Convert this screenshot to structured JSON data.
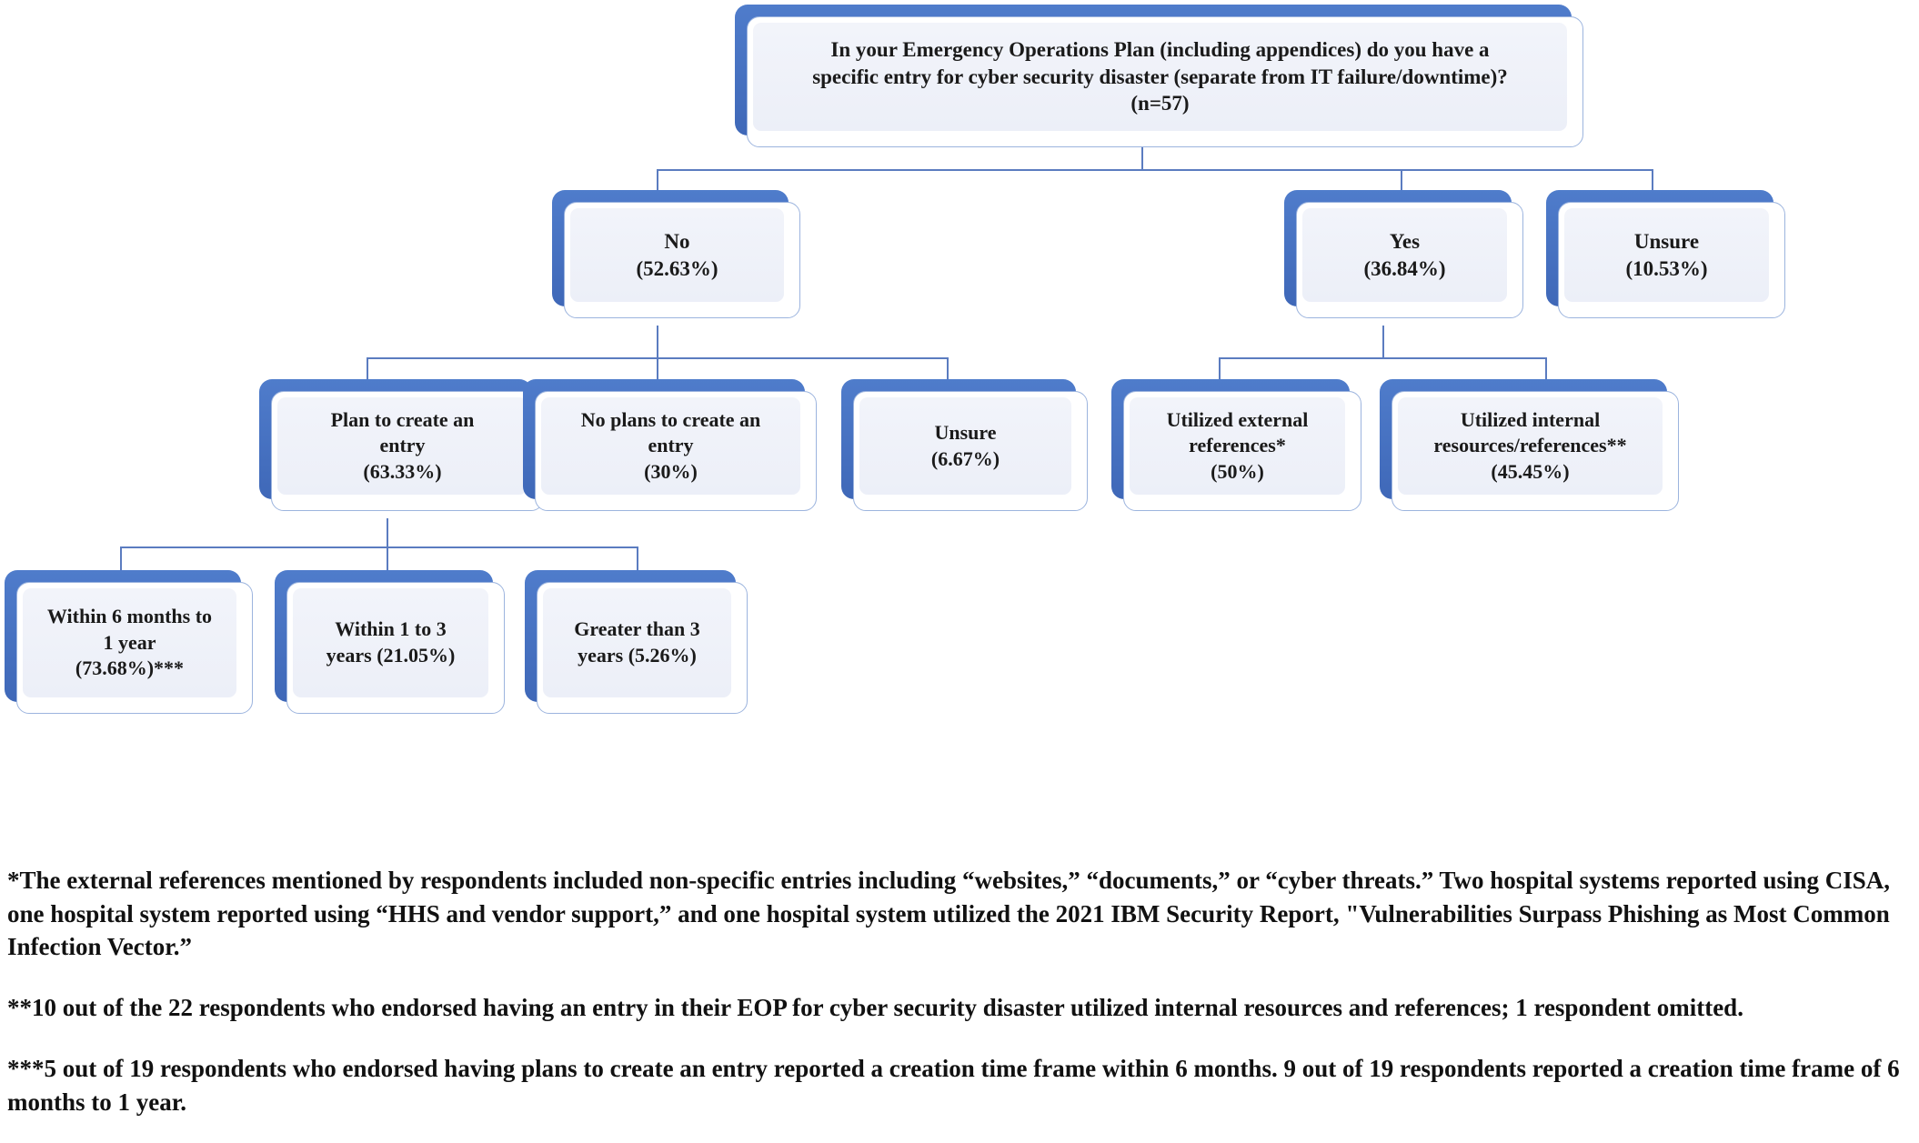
{
  "diagram": {
    "title": "Emergency Operations Plan cyber security entry flowchart",
    "root": {
      "text": "In your Emergency Operations Plan (including appendices) do you have a\nspecific entry for cyber security disaster (separate from IT failure/downtime)?\n(n=57)",
      "sample_size": "(n=57)"
    },
    "level2": [
      {
        "label": "No",
        "value": "(52.63%)",
        "text": "No\n(52.63%)"
      },
      {
        "label": "Yes",
        "value": "(36.84%)",
        "text": "Yes\n(36.84%)"
      },
      {
        "label": "Unsure",
        "value": "(10.53%)",
        "text": "Unsure\n(10.53%)"
      }
    ],
    "level3_no": [
      {
        "label": "Plan to create an entry",
        "value": "(63.33%)",
        "text": "Plan to create an\nentry\n(63.33%)"
      },
      {
        "label": "No plans to create an entry",
        "value": "(30%)",
        "text": "No plans to create an\nentry\n(30%)"
      },
      {
        "label": "Unsure",
        "value": "(6.67%)",
        "text": "Unsure\n(6.67%)"
      }
    ],
    "level3_yes": [
      {
        "label": "Utilized external references*",
        "value": "(50%)",
        "text": "Utilized  external\nreferences*\n(50%)"
      },
      {
        "label": "Utilized internal resources/references**",
        "value": "(45.45%)",
        "text": "Utilized  internal\nresources/references**\n(45.45%)"
      }
    ],
    "level4": [
      {
        "label": "Within 6 months to 1 year",
        "value": "(73.68%)***",
        "text": "Within 6 months to\n1 year\n(73.68%)***"
      },
      {
        "label": "Within 1 to 3 years",
        "value": "(21.05%)",
        "text": "Within 1 to 3\nyears (21.05%)"
      },
      {
        "label": "Greater than 3 years",
        "value": "(5.26%)",
        "text": "Greater than 3\nyears (5.26%)"
      }
    ]
  },
  "footnotes": {
    "one": "*The external references mentioned by respondents included non-specific entries including “websites,” “documents,” or “cyber threats.” Two hospital systems reported using CISA, one hospital system reported using “HHS and vendor support,” and one hospital system utilized the 2021 IBM Security Report, \"Vulnerabilities Surpass Phishing as Most Common Infection Vector.”",
    "two": "**10 out of the 22 respondents who endorsed having an entry in their EOP for cyber security disaster utilized internal resources and references; 1 respondent omitted.",
    "three": "***5 out of 19 respondents who endorsed having plans to create an entry reported a creation time frame within 6 months. 9 out of 19 respondents reported a creation time frame of 6 months to 1 year."
  },
  "colors": {
    "shadow_blue": "#4472c4",
    "connector_blue": "#5b7cc0",
    "card_border": "#9cb4de",
    "panel_fill": "#eff2f9",
    "text": "#1a1a1a"
  }
}
